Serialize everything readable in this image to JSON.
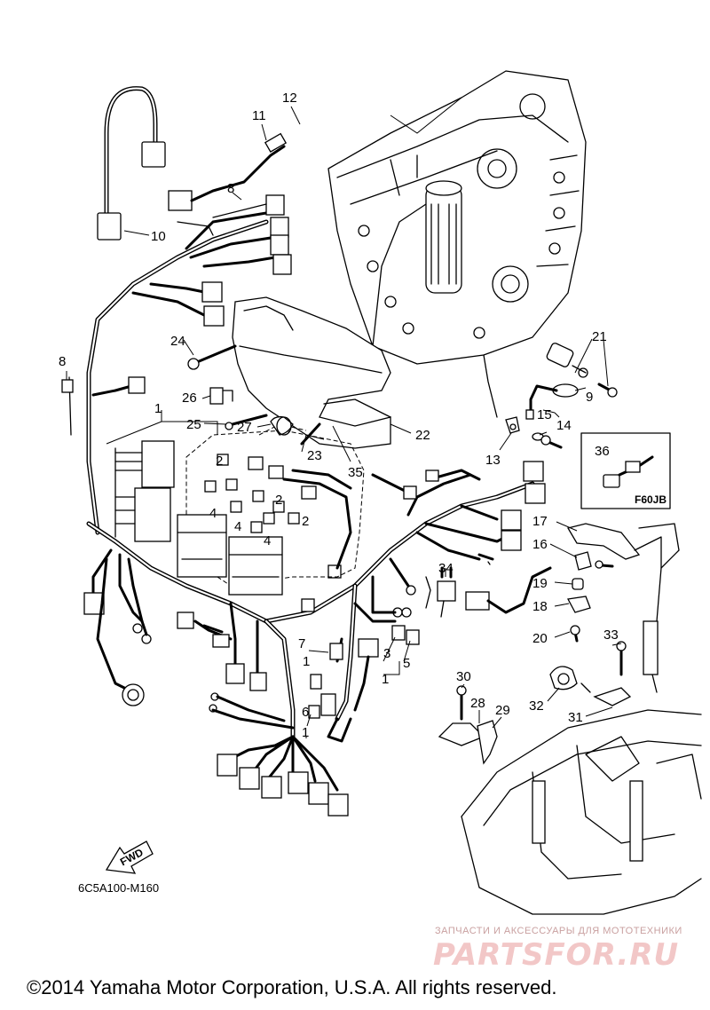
{
  "diagram": {
    "code": "6C5A100-M160",
    "fwd_label": "FWD",
    "inset_label": "F60JB",
    "callouts": [
      "1",
      "1",
      "1",
      "1",
      "2",
      "2",
      "2",
      "3",
      "4",
      "4",
      "4",
      "5",
      "6",
      "7",
      "8",
      "8",
      "9",
      "10",
      "11",
      "12",
      "13",
      "14",
      "15",
      "16",
      "17",
      "18",
      "19",
      "20",
      "21",
      "22",
      "23",
      "24",
      "25",
      "26",
      "27",
      "28",
      "29",
      "30",
      "31",
      "32",
      "33",
      "34",
      "35",
      "36"
    ]
  },
  "watermark": {
    "text": "ЗАПЧАСТИ И АКСЕССУАРЫ ДЛЯ МОТОТЕХНИКИ",
    "logo": "PARTSFOR.RU"
  },
  "copyright": "©2014 Yamaha Motor Corporation, U.S.A. All rights reserved."
}
